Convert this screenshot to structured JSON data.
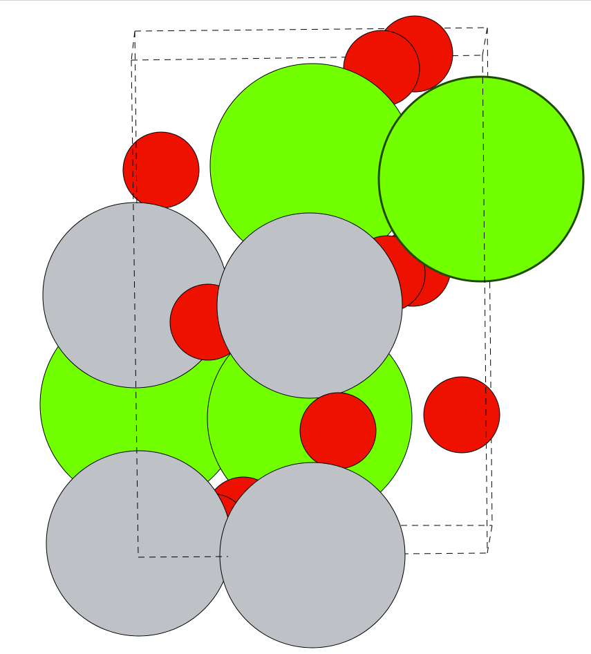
{
  "colors": {
    "background": "#ffffff",
    "green_atom": "#72ff00",
    "green_atom_selected_outline": "#1f4a00",
    "grey_atom": "#bec1c6",
    "red_atom": "#ee1100",
    "atom_outline": "#000000",
    "unit_cell_line": "#000000"
  },
  "structure_view": {
    "atom_species": [
      "green",
      "grey",
      "red"
    ],
    "selected_atom": "green-atom-top-right",
    "unit_cell_style": "dashed"
  }
}
